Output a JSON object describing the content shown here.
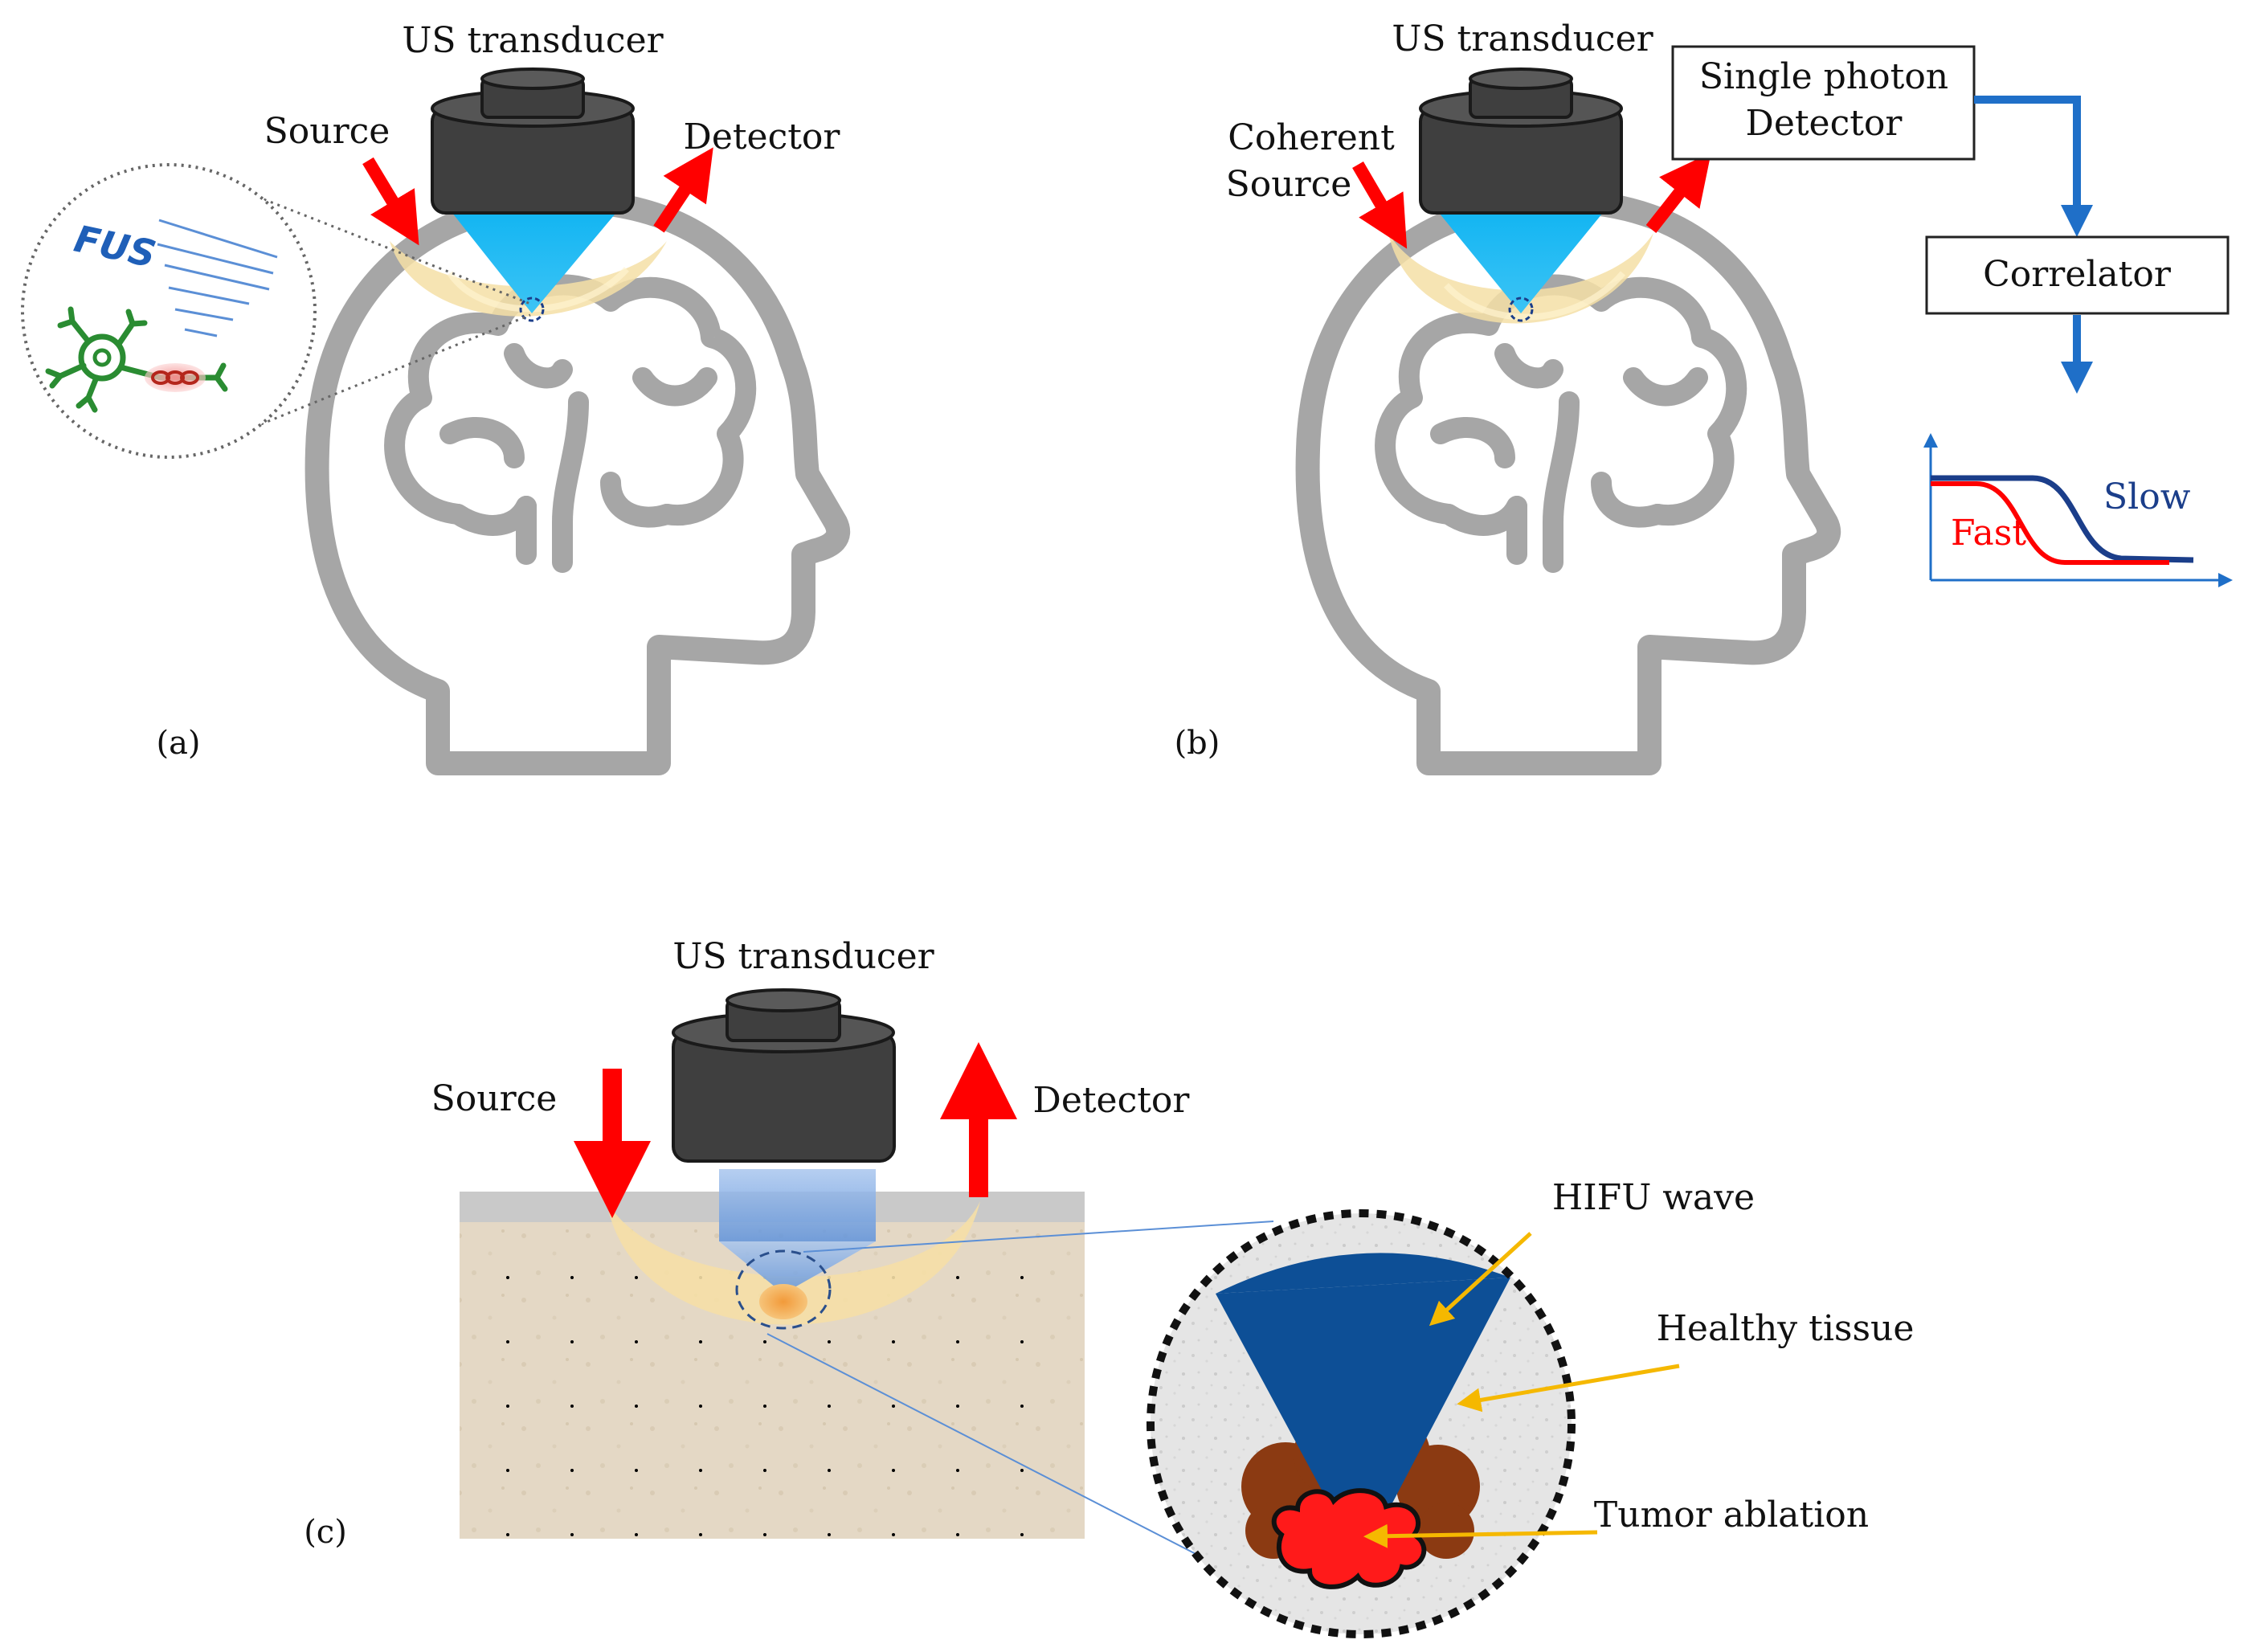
{
  "colors": {
    "head_outline": "#a6a6a6",
    "transducer": "#3f3f3f",
    "beam_cyan": "#1fb6f0",
    "beam_blue": "#6d9fe0",
    "light_banana": "#f5dfa6",
    "arrow_red": "#ff0000",
    "flow_blue": "#1f6fc8",
    "slow_curve": "#1b3e8a",
    "fast_curve": "#ff0000",
    "hifu_blue": "#0d4f96",
    "tumor_brown": "#8b3a12",
    "tumor_red": "#ff1a1a",
    "arrow_orange": "#f5b800",
    "tissue_beige": "#e3d7c3",
    "skin_grey": "#c9c9c9",
    "neuron_green": "#2a8c32"
  },
  "panel_a": {
    "label": "(a)",
    "transducer_label": "US transducer",
    "source_label": "Source",
    "detector_label": "Detector",
    "fus_label": "FUS"
  },
  "panel_b": {
    "label": "(b)",
    "transducer_label": "US transducer",
    "source_label_line1": "Coherent",
    "source_label_line2": "Source",
    "detector_box_line1": "Single photon",
    "detector_box_line2": "Detector",
    "correlator_label": "Correlator",
    "slow_label": "Slow",
    "fast_label": "Fast"
  },
  "panel_c": {
    "label": "(c)",
    "transducer_label": "US transducer",
    "source_label": "Source",
    "detector_label": "Detector",
    "hifu_label": "HIFU wave",
    "healthy_label": "Healthy tissue",
    "tumor_label": "Tumor ablation"
  }
}
